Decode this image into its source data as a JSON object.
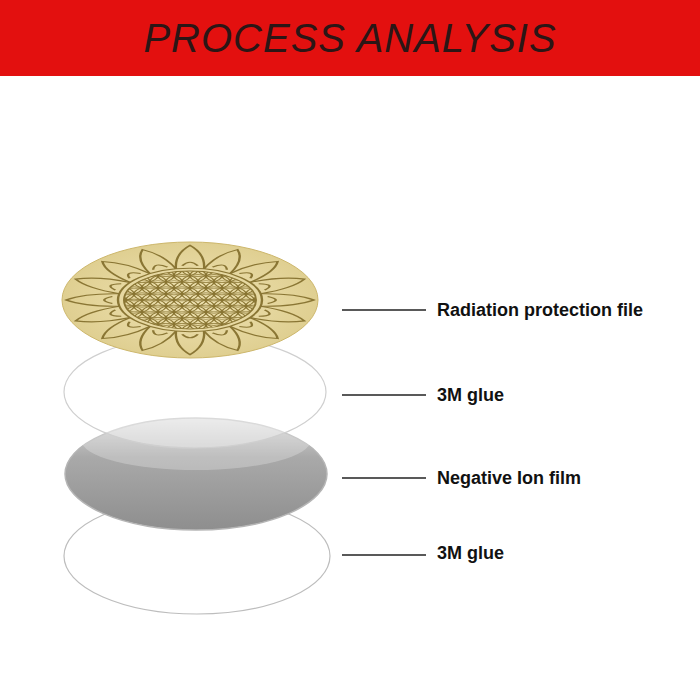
{
  "diagram": {
    "title": "PROCESS ANALYSIS",
    "labels": [
      "Radiation protection file",
      "3M glue",
      "Negative Ion film",
      "3M glue"
    ]
  }
}
